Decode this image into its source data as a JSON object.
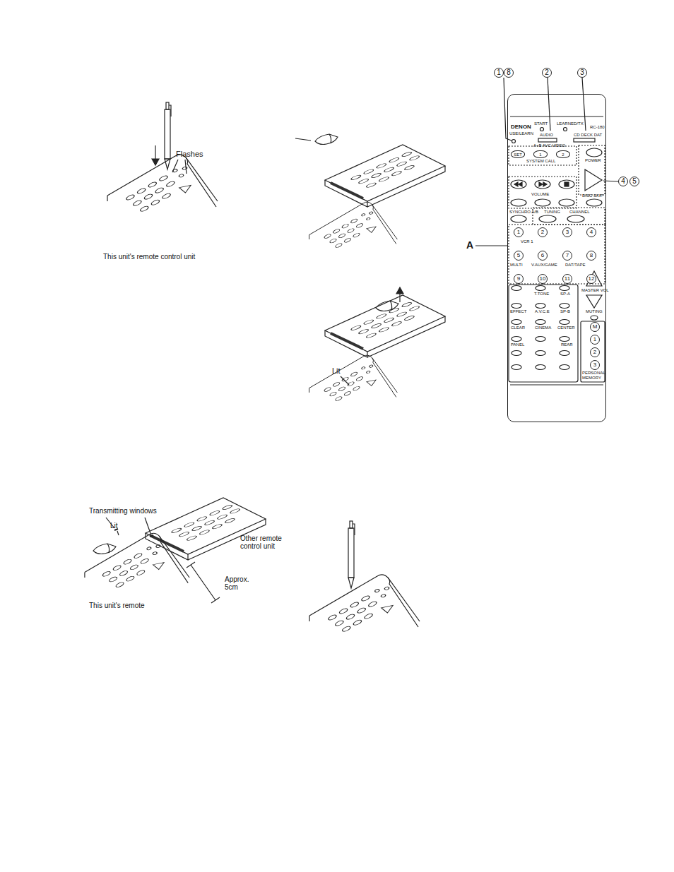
{
  "diagram": {
    "nodes": [
      {
        "text": [
          "1"
        ]
      },
      {
        "text": [
          "8"
        ]
      },
      {
        "text": [
          "2"
        ]
      },
      {
        "text": [
          "3"
        ]
      },
      {
        "text": [
          "4"
        ]
      },
      {
        "text": [
          "5"
        ]
      },
      {
        "text": [
          "DENON",
          "RC-180"
        ]
      },
      {
        "text": [
          "SET"
        ],
        "in": 6
      },
      {
        "text": [
          "1"
        ],
        "in": 6
      },
      {
        "text": [
          "2"
        ],
        "in": 6
      },
      {
        "text": [
          "1"
        ],
        "in": 6
      },
      {
        "text": [
          "2"
        ],
        "in": 6
      },
      {
        "text": [
          "3"
        ],
        "in": 6
      },
      {
        "text": [
          "4"
        ],
        "in": 6
      },
      {
        "text": [
          "5"
        ],
        "in": 6
      },
      {
        "text": [
          "6"
        ],
        "in": 6
      },
      {
        "text": [
          "7"
        ],
        "in": 6
      },
      {
        "text": [
          "8"
        ],
        "in": 6
      },
      {
        "text": [
          "9"
        ],
        "in": 6
      },
      {
        "text": [
          "10"
        ],
        "in": 6
      },
      {
        "text": [
          "11"
        ],
        "in": 6
      },
      {
        "text": [
          "12"
        ],
        "in": 6
      },
      {
        "text": [
          "M"
        ],
        "in": 6
      },
      {
        "text": [
          "1"
        ],
        "in": 6
      },
      {
        "text": [
          "2"
        ],
        "in": 6
      },
      {
        "text": [
          "3"
        ],
        "in": 6
      }
    ],
    "labels": [
      "Flashes",
      "This unit's remote control unit",
      "Lit",
      "Transmitting windows",
      "Lit",
      "Other remote control unit",
      "Approx. 5cm",
      "This unit's remote",
      "A",
      "START",
      "LEARNED/TX",
      "USE/LEARN",
      "AUDIO",
      "CD DECK DAT",
      "A+B AVC VIDEO",
      "SYSTEM CALL",
      "POWER",
      "VOLUME",
      "DISC SKIP",
      "SYNCHRO A/B",
      "TUNING",
      "CHANNEL",
      "VCR 1",
      "MULTI",
      "V.AUX/GAME",
      "DAT/TAPE",
      "T.TONE",
      "SP-A",
      "EFFECT",
      "A.V.C.E",
      "SP-B",
      "CLEAR",
      "CINEMA",
      "CENTER",
      "PANEL",
      "REAR",
      "MASTER VOL",
      "MUTING",
      "PERSONAL MEMORY"
    ]
  }
}
